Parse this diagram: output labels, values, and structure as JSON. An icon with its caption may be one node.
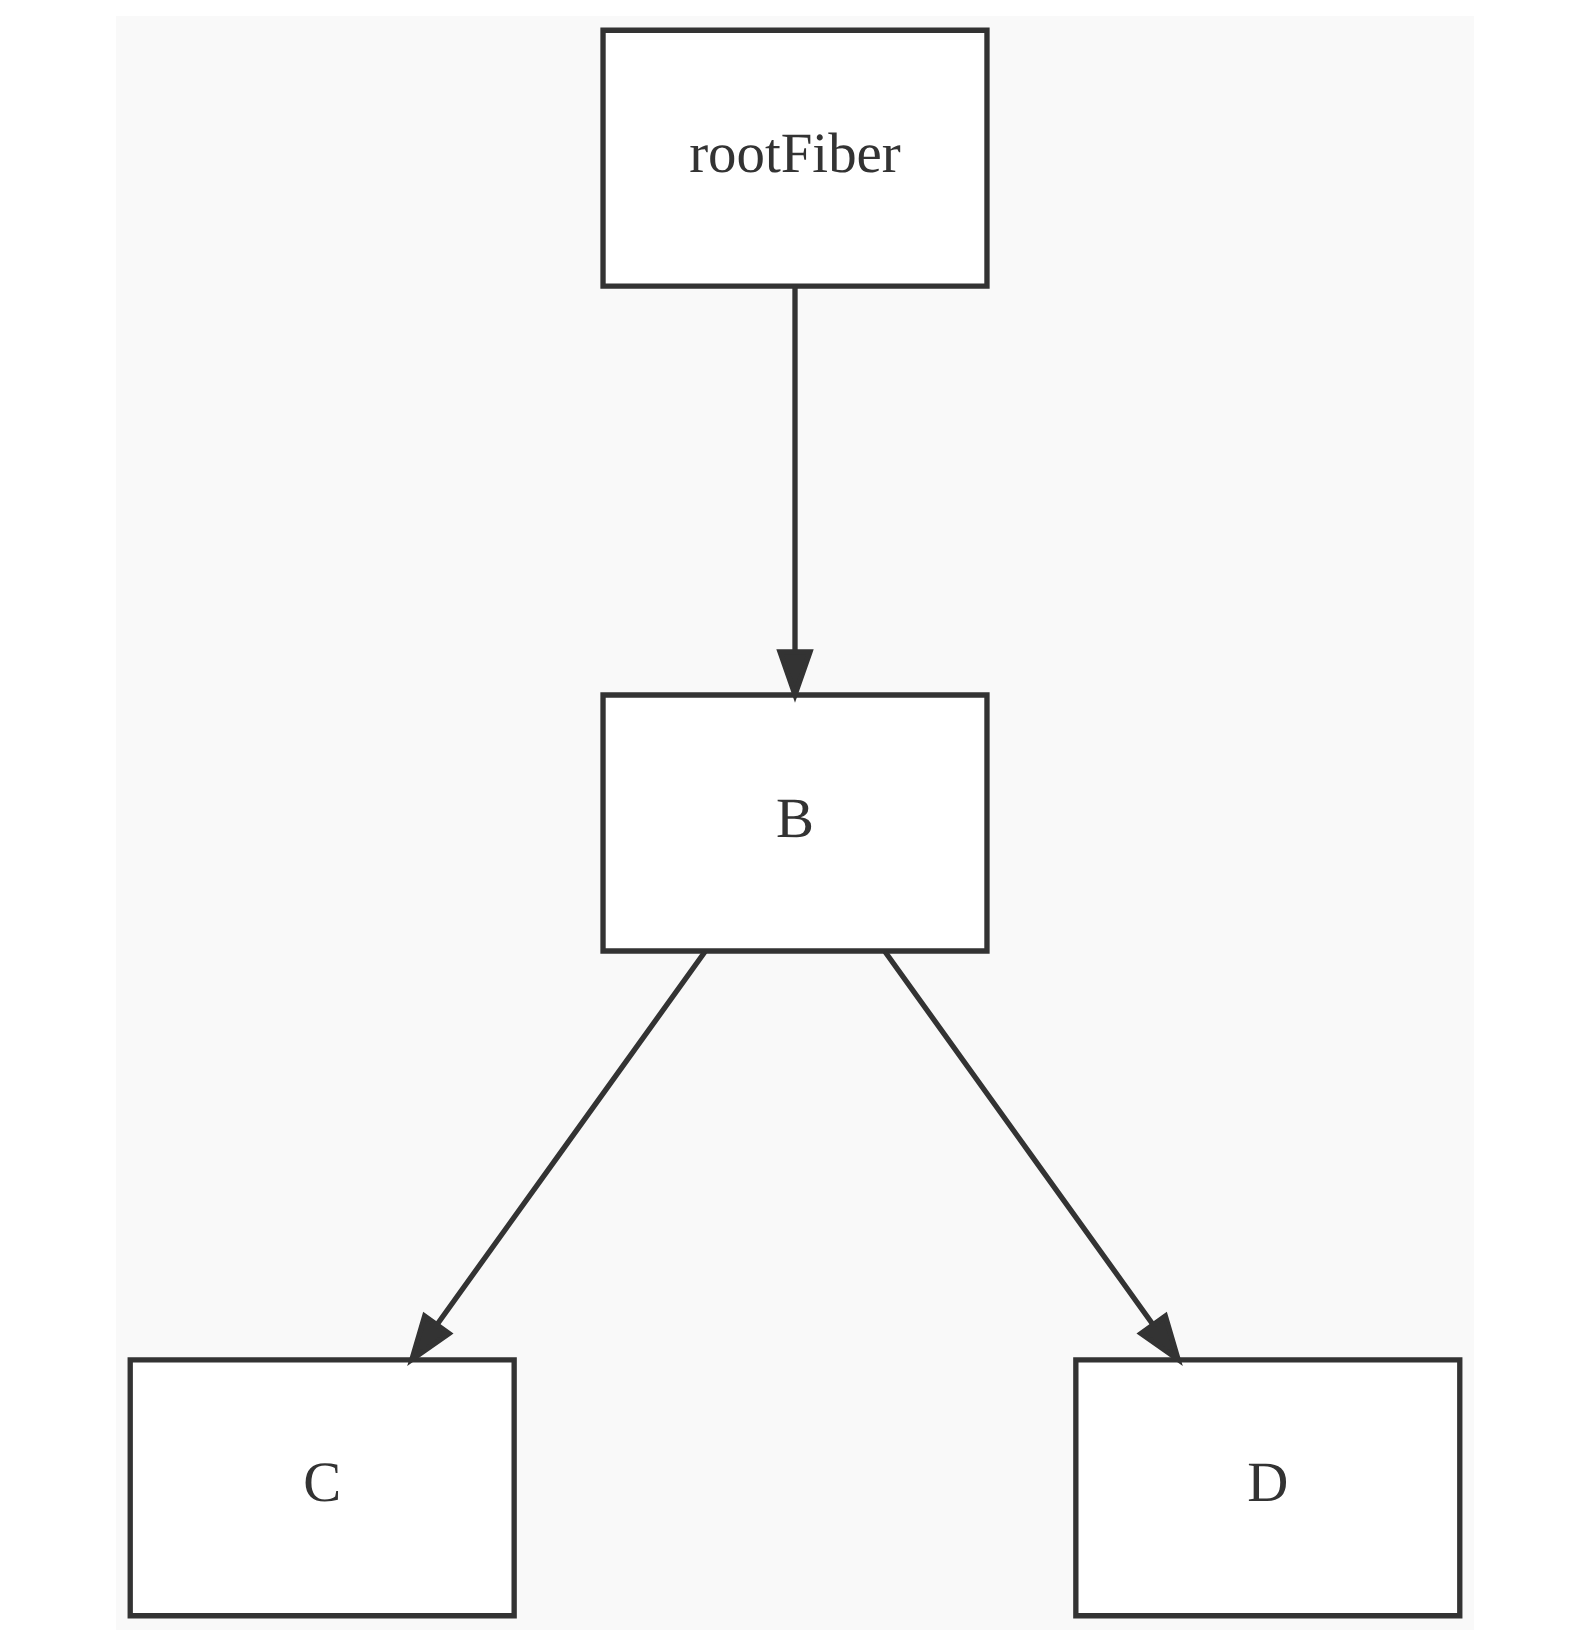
{
  "diagram": {
    "nodes": [
      {
        "text": [
          "rootFiber"
        ]
      },
      {
        "text": [
          "B"
        ]
      },
      {
        "text": [
          "C"
        ]
      },
      {
        "text": [
          "D"
        ]
      }
    ],
    "edges": [
      {
        "from": 0,
        "to": 1,
        "arrow": "to"
      },
      {
        "from": 1,
        "to": 2,
        "arrow": "to"
      },
      {
        "from": 1,
        "to": 3,
        "arrow": "to"
      }
    ]
  }
}
